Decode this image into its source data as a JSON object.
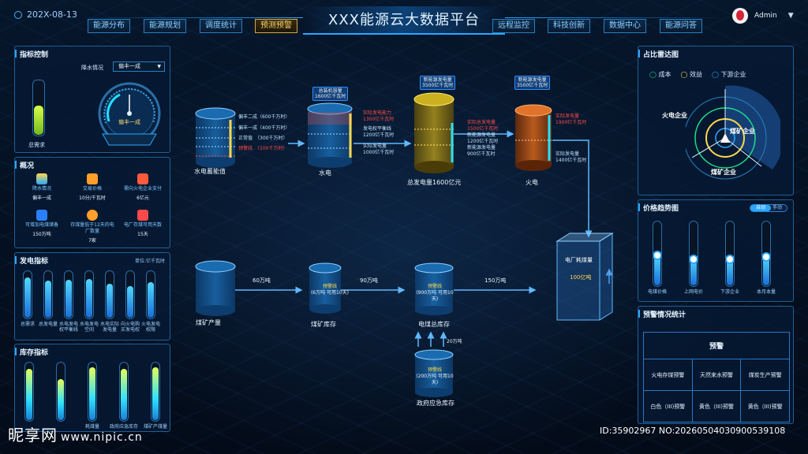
{
  "header": {
    "date": "202X-08-13",
    "title": "XXX能源云大数据平台",
    "nav_left": [
      "能源分布",
      "能源规划",
      "调度统计",
      "预测预警"
    ],
    "nav_right": [
      "远程监控",
      "科技创新",
      "数据中心",
      "能源问答"
    ],
    "active_nav": "预测预警",
    "user": "Admin"
  },
  "indicator_control": {
    "title": "指标控制",
    "rain_label": "降水情况",
    "rain_select": "偏丰一成",
    "total_demand": "总需求",
    "total_demand_level": 0.55,
    "gauge_value": "偏丰一成"
  },
  "overview": {
    "title": "概况",
    "items": [
      {
        "label": "降水情况",
        "value": "偏丰一成"
      },
      {
        "label": "交易价格",
        "value": "10分/千瓦时"
      },
      {
        "label": "需向火电企业支付",
        "value": "6亿元"
      },
      {
        "label": "可增加电煤储备",
        "value": "150万吨"
      },
      {
        "label": "存煤量低于12天的电厂数量",
        "value": "7家"
      },
      {
        "label": "电厂存煤可用天数",
        "value": "15天"
      }
    ]
  },
  "power_indicator": {
    "title": "发电指标",
    "unit": "单位:亿千瓦时",
    "bars": [
      {
        "label": "总需求",
        "level": 0.85
      },
      {
        "label": "总发电量",
        "level": 0.78
      },
      {
        "label": "水电发电权平衡线",
        "level": 0.8
      },
      {
        "label": "水电发电空间",
        "level": 0.82
      },
      {
        "label": "水电实际发电量",
        "level": 0.72
      },
      {
        "label": "向火电购买发电权",
        "level": 0.66
      },
      {
        "label": "火电发电权限",
        "level": 0.75
      }
    ]
  },
  "stock_indicator": {
    "title": "库存指标",
    "bars": [
      {
        "label": "",
        "level": 0.88
      },
      {
        "label": "",
        "level": 0.7
      },
      {
        "label": "耗煤量",
        "level": 0.9
      },
      {
        "label": "政府应急库存",
        "level": 0.88
      },
      {
        "label": "煤矿产煤量",
        "level": 0.9
      }
    ]
  },
  "flow": {
    "hydro_energy": {
      "label": "水电蓄能值",
      "lines": [
        "偏丰二成（600千万时）",
        "偏丰一成（400千万时）",
        "正常值　（300千万时）",
        "预警线　（100千万时）"
      ]
    },
    "hydro": {
      "label": "水电",
      "cap": [
        "总装机容量",
        "1600亿千瓦时"
      ],
      "notes_red": [
        "实际发电能力",
        "1300亿千瓦时"
      ],
      "notes": [
        "发电权平衡线",
        "1200亿千瓦时",
        "实际发电量",
        "1000亿千瓦时"
      ]
    },
    "total": {
      "label": "总发电量1600亿元",
      "cap": [
        "新能源发电量",
        "3500亿千瓦时"
      ],
      "notes_red": [
        "实际总发电量",
        "1500亿千瓦时"
      ],
      "notes": [
        "新能源发电量",
        "1200亿千瓦时",
        "新能源发电量",
        "900亿千瓦时"
      ]
    },
    "thermal": {
      "label": "火电",
      "cap": [
        "新能源发电量",
        "3500亿千瓦时"
      ],
      "notes_red": [
        "实际发电量",
        "1900亿千瓦时"
      ],
      "notes": [
        "实际发电量",
        "1400亿千瓦时"
      ]
    },
    "coal_output": {
      "label": "煤矿产量"
    },
    "coal_stock": {
      "label": "煤矿库存",
      "lines": [
        "预警线",
        "(6万吨 可用10天)"
      ]
    },
    "coal_total": {
      "label": "电煤总库存",
      "lines": [
        "预警线",
        "(900万吨 可用10天)"
      ]
    },
    "gov_stock": {
      "label": "政府应急库存",
      "lines": [
        "预警线",
        "(200万吨 可用10天)"
      ]
    },
    "plant": {
      "label": "电厂耗煤量",
      "value": "100亿吨"
    },
    "arrows": {
      "a1": "60万吨",
      "a2": "90万吨",
      "a3": "150万吨",
      "a4": "20万吨"
    }
  },
  "radar": {
    "title": "占比雷达图",
    "legend": [
      {
        "name": "成本",
        "color": "#1fe08a"
      },
      {
        "name": "效益",
        "color": "#ffd84a"
      },
      {
        "name": "下游企业",
        "color": "#2aa8ff"
      }
    ],
    "labels": [
      "火电企业",
      "煤矿企业",
      "煤矿企业"
    ]
  },
  "price_trend": {
    "title": "价格趋势图",
    "toggle_on": "自动",
    "toggle_off": "手动",
    "bars": [
      {
        "label": "电煤价格",
        "level": 0.48
      },
      {
        "label": "上网电价",
        "level": 0.42
      },
      {
        "label": "下游企业",
        "level": 0.42
      },
      {
        "label": "本月本量",
        "level": 0.45
      }
    ]
  },
  "warning": {
    "title": "预警情况统计",
    "head": "预警",
    "cols": [
      "火电存煤预警",
      "天然来水预警",
      "煤炭生产预警"
    ],
    "levels": [
      "白色（III)预警",
      "黄色（III)预警",
      "黄色（III)预警"
    ]
  },
  "footer": {
    "site": "昵享网",
    "url": "www.nipic.cn",
    "id": "ID:35902967 NO:20260504030900539108"
  }
}
